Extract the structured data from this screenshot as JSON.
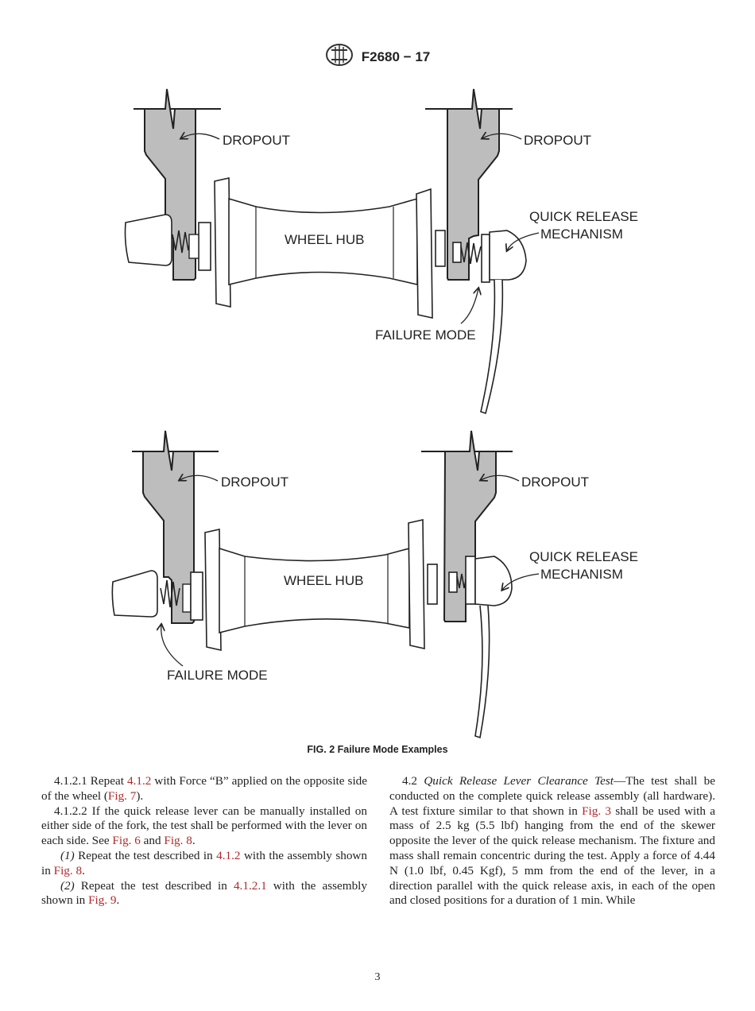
{
  "header": {
    "logo_text": "ASTM",
    "designation": "F2680 − 17"
  },
  "figure": {
    "top": {
      "dropout_left": "DROPOUT",
      "dropout_right": "DROPOUT",
      "hub": "WHEEL HUB",
      "qr_line1": "QUICK RELEASE",
      "qr_line2": "MECHANISM",
      "failure": "FAILURE MODE"
    },
    "bottom": {
      "dropout_left": "DROPOUT",
      "dropout_right": "DROPOUT",
      "hub": "WHEEL HUB",
      "qr_line1": "QUICK RELEASE",
      "qr_line2": "MECHANISM",
      "failure": "FAILURE MODE"
    },
    "caption": "FIG. 2 Failure Mode Examples"
  },
  "left_column": {
    "p1": {
      "a": "4.1.2.1  Repeat ",
      "ref1": "4.1.2",
      "b": " with Force “B” applied on the opposite side of the wheel (",
      "ref2": "Fig. 7",
      "c": ")."
    },
    "p2": {
      "a": "4.1.2.2  If the quick release lever can be manually installed on either side of the fork, the test shall be performed with the lever on each side. See ",
      "ref1": "Fig. 6",
      "b": " and ",
      "ref2": "Fig. 8",
      "c": "."
    },
    "p3": {
      "num": "(1)",
      "a": " Repeat the test described in ",
      "ref1": "4.1.2",
      "b": " with the assembly shown in ",
      "ref2": "Fig. 8",
      "c": "."
    },
    "p4": {
      "num": "(2)",
      "a": " Repeat the test described in ",
      "ref1": "4.1.2.1",
      "b": " with the assembly shown in ",
      "ref2": "Fig. 9",
      "c": "."
    }
  },
  "right_column": {
    "p1": {
      "num": "4.2  ",
      "title": "Quick Release Lever Clearance Test",
      "a": "—The test shall be conducted on the complete quick release assembly (all hardware). A test fixture similar to that shown in ",
      "ref1": "Fig. 3",
      "b": " shall be used with a mass of 2.5 kg (5.5 lbf) hanging from the end of the skewer opposite the lever of the quick release mechanism. The fixture and mass shall remain concentric during the test. Apply a force of 4.44 N (1.0 lbf, 0.45 Kgf), 5 mm from the end of the lever, in a direction parallel with the quick release axis, in each of the open and closed positions for a duration of 1 min. While"
    }
  },
  "page_number": "3"
}
